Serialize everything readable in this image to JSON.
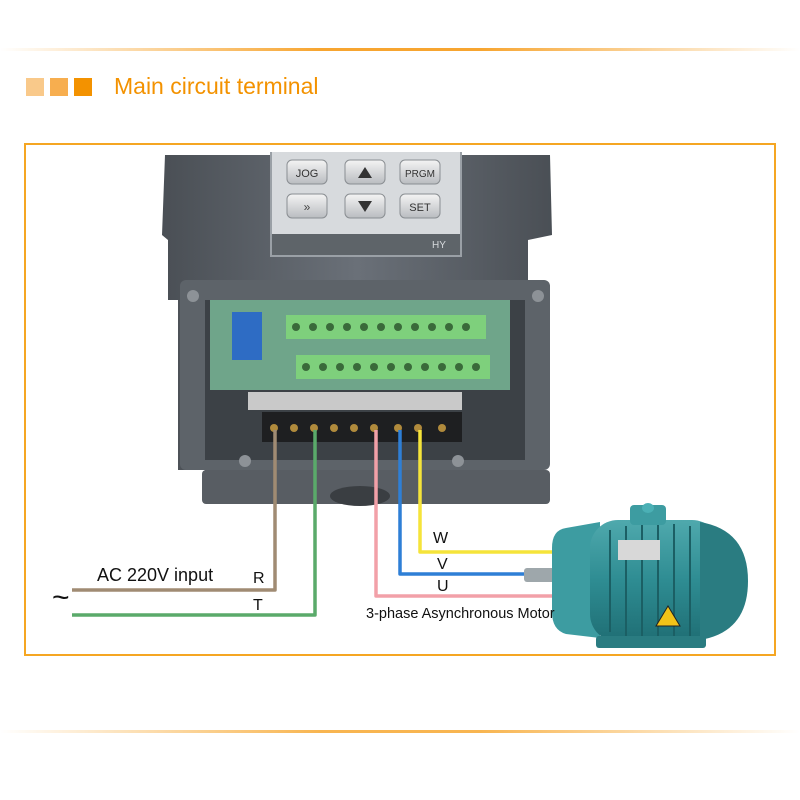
{
  "header": {
    "title": "Main circuit terminal",
    "square_colors": [
      "#f9c98a",
      "#f7ae4f",
      "#f39200"
    ],
    "accent_color": "#f39200"
  },
  "keypad": {
    "buttons": [
      "JOG",
      "PRGM",
      "SET"
    ],
    "brand": "HY"
  },
  "labels": {
    "input": "AC 220V input",
    "phase_r": "R",
    "phase_t": "T",
    "ac_symbol": "~",
    "phase_w": "W",
    "phase_v": "V",
    "phase_u": "U",
    "motor": "3-phase Asynchronous Motor"
  },
  "wire_colors": {
    "R": "#a08b73",
    "T": "#5aaa6a",
    "U": "#f2a0a8",
    "V": "#2e7fd6",
    "W": "#f5e43a"
  }
}
